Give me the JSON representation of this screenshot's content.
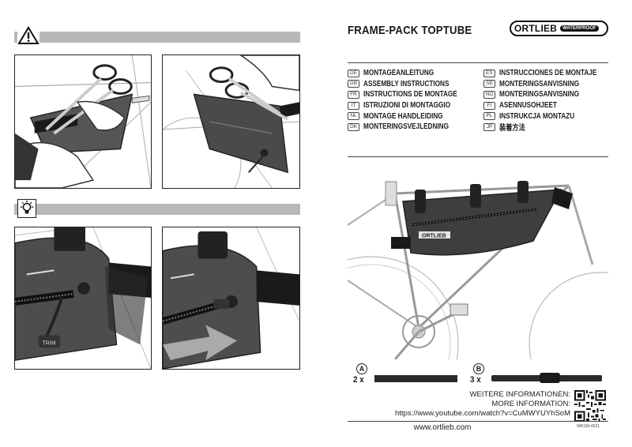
{
  "product_title": "FRAME-PACK TOPTUBE",
  "logo": {
    "name": "ORTLIEB",
    "tag": "WATERPROOF"
  },
  "languages_left": [
    {
      "code": "DE",
      "text": "MONTAGEANLEITUNG"
    },
    {
      "code": "GB",
      "text": "ASSEMBLY INSTRUCTIONS"
    },
    {
      "code": "FR",
      "text": "INSTRUCTIONS DE MONTAGE"
    },
    {
      "code": "IT",
      "text": "ISTRUZIONI DI MONTAGGIO"
    },
    {
      "code": "NL",
      "text": "MONTAGE HANDLEIDING"
    },
    {
      "code": "DK",
      "text": "MONTERINGSVEJLEDNING"
    }
  ],
  "languages_right": [
    {
      "code": "ES",
      "text": "INSTRUCCIONES DE MONTAJE"
    },
    {
      "code": "SE",
      "text": "MONTERINGSANVISNING"
    },
    {
      "code": "NO",
      "text": "MONTERINGSANVISNING"
    },
    {
      "code": "FI",
      "text": "ASENNUSOHJEET"
    },
    {
      "code": "PL",
      "text": "INSTRUKCJA MONTAZU"
    },
    {
      "code": "JP",
      "text": "装着方法"
    }
  ],
  "parts": [
    {
      "letter": "A",
      "qty": "2 x"
    },
    {
      "letter": "B",
      "qty": "3 x"
    }
  ],
  "info": {
    "line1": "WEITERE INFORMATIONEN:",
    "line2": "MORE INFORMATION:",
    "url": "https://www.youtube.com/watch?v=CuMWYUYhSoM"
  },
  "doc_id": "WA199-4521",
  "website": "www.ortlieb.com",
  "bag_label": "ORTLIEB",
  "pull_label": "TRIM",
  "icons": [
    "warning-icon",
    "lightbulb-icon",
    "qr-code"
  ]
}
